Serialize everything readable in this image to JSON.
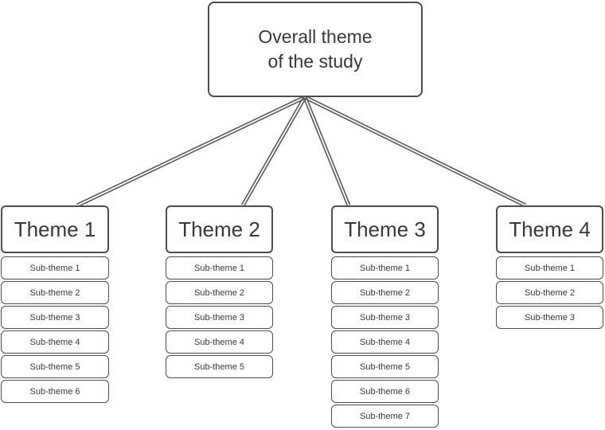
{
  "diagram": {
    "root": {
      "label": "Overall theme\nof the study"
    },
    "themes": [
      {
        "title": "Theme 1",
        "subthemes": [
          "Sub-theme 1",
          "Sub-theme 2",
          "Sub-theme 3",
          "Sub-theme 4",
          "Sub-theme 5",
          "Sub-theme 6"
        ]
      },
      {
        "title": "Theme 2",
        "subthemes": [
          "Sub-theme 1",
          "Sub-theme 2",
          "Sub-theme 3",
          "Sub-theme 4",
          "Sub-theme 5"
        ]
      },
      {
        "title": "Theme 3",
        "subthemes": [
          "Sub-theme 1",
          "Sub-theme 2",
          "Sub-theme 3",
          "Sub-theme 4",
          "Sub-theme 5",
          "Sub-theme 6",
          "Sub-theme 7"
        ]
      },
      {
        "title": "Theme 4",
        "subthemes": [
          "Sub-theme 1",
          "Sub-theme 2",
          "Sub-theme 3"
        ]
      }
    ],
    "colors": {
      "border": "#4d4d4d",
      "text": "#383838",
      "connector": "#585858",
      "background": "#ffffff"
    }
  }
}
